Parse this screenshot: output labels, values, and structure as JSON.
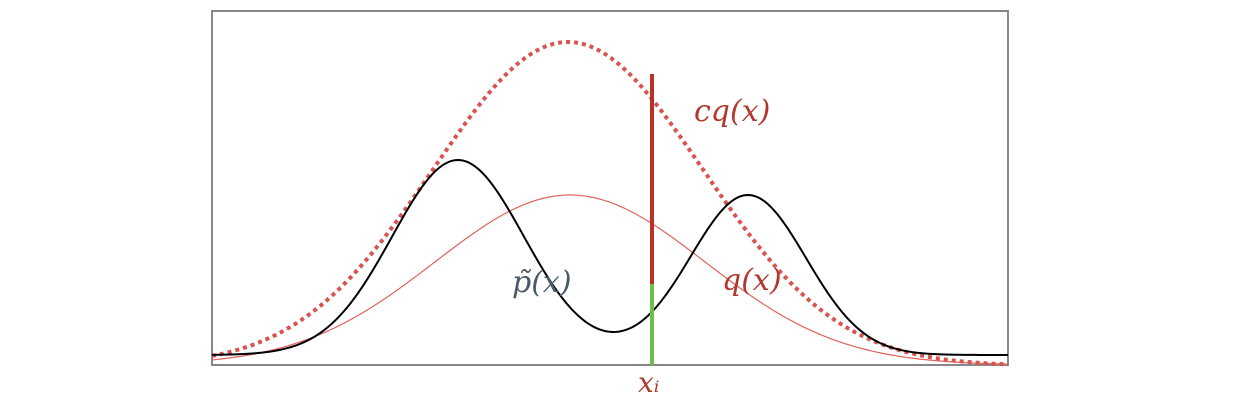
{
  "labels": {
    "envelope": "cq(x)",
    "target": "p̃(x)",
    "proposal": "q(x)",
    "sample": "xᵢ"
  },
  "colors": {
    "frame": "#888888",
    "target_curve": "#000000",
    "proposal_curve": "#e0625e",
    "envelope_curve": "#d9534f",
    "reject_segment": "#b83227",
    "accept_segment": "#6cc04a",
    "label_red": "#b03a2e",
    "label_slate": "#4a5a6a"
  }
}
